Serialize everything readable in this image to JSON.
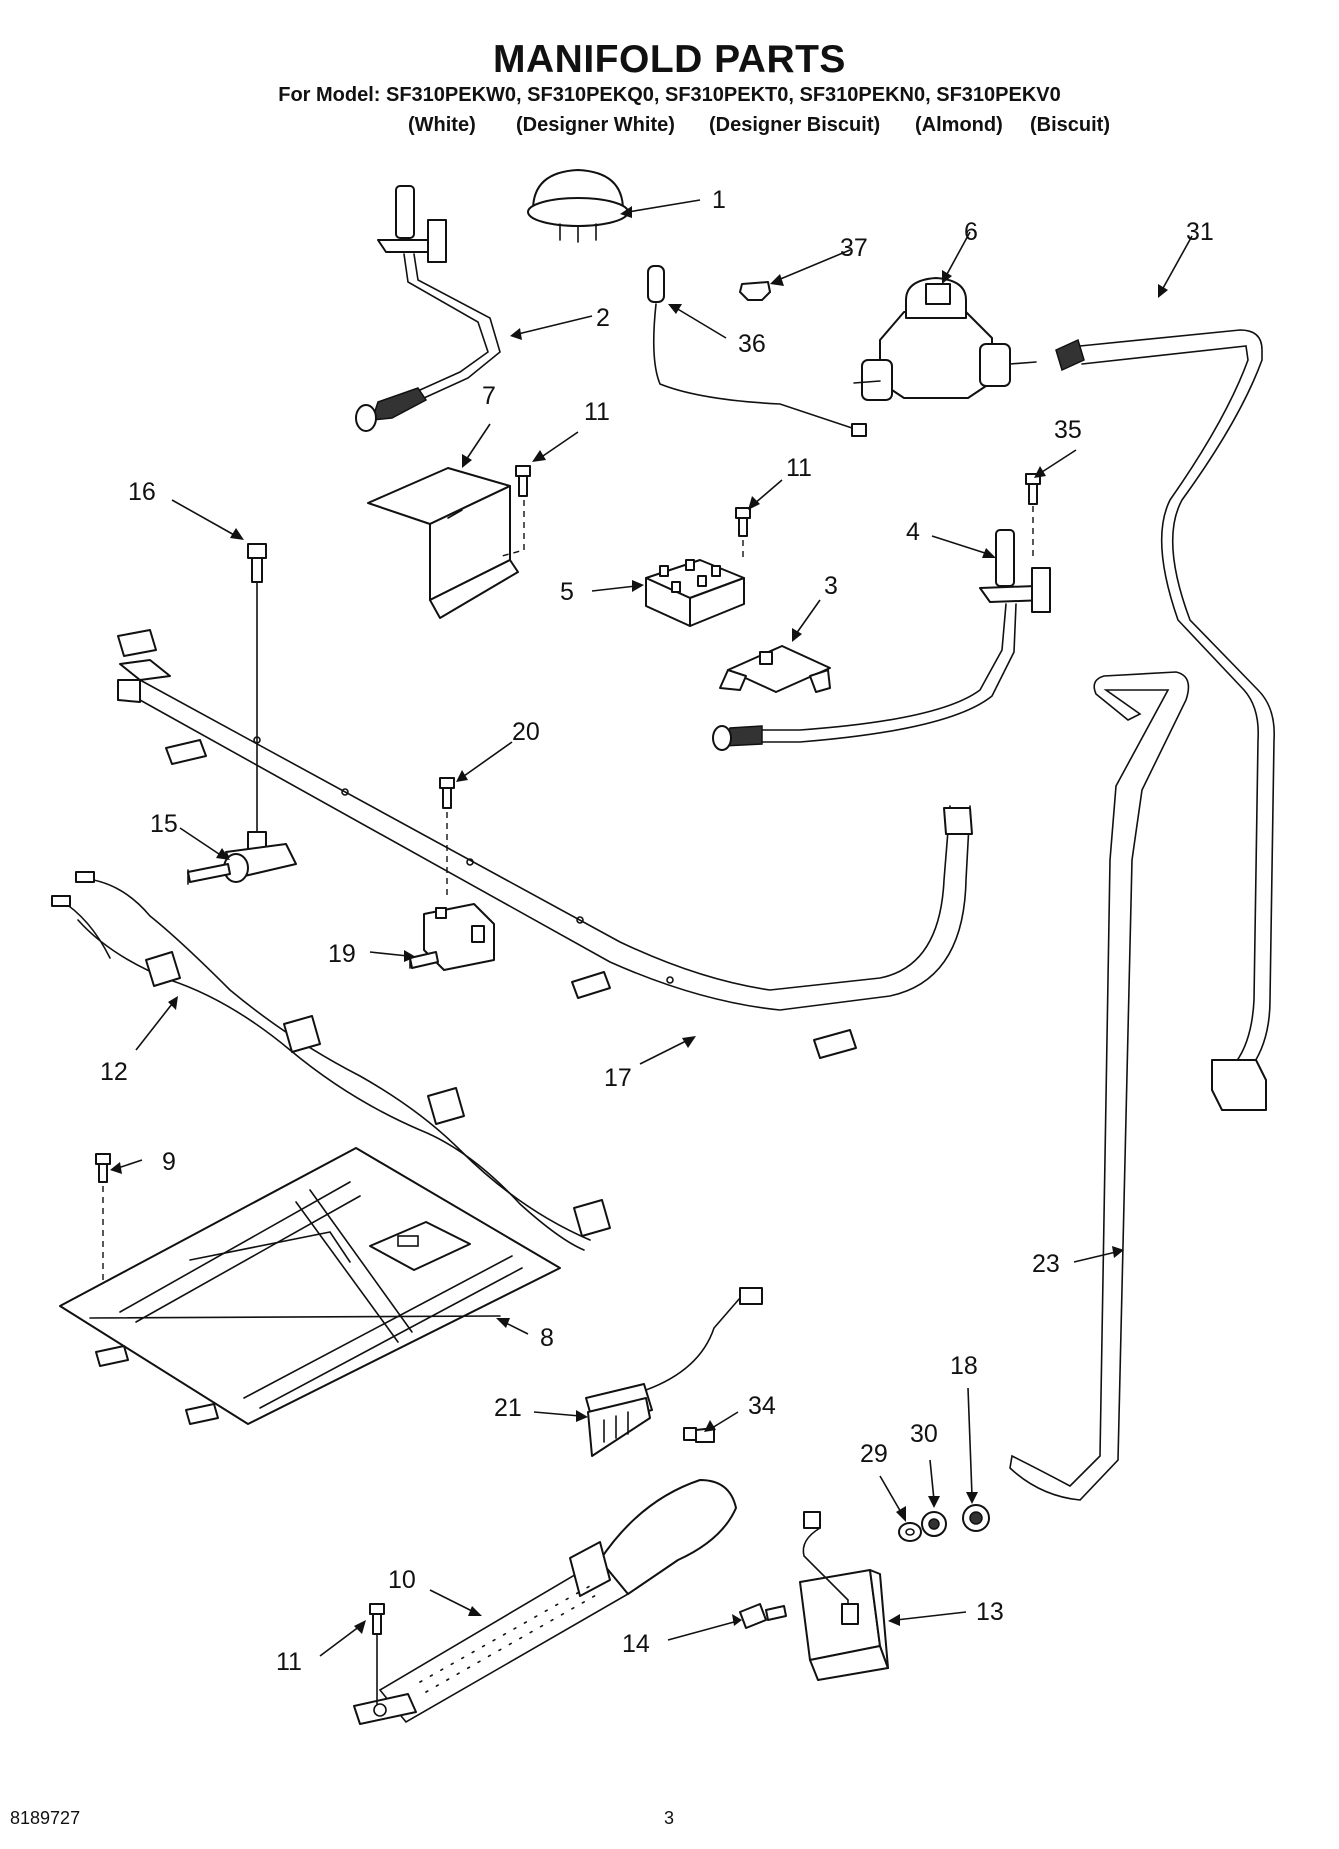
{
  "header": {
    "title": "MANIFOLD PARTS",
    "models_line": "For Model: SF310PEKW0, SF310PEKQ0, SF310PEKT0, SF310PEKN0, SF310PEKV0",
    "colors": [
      "(White)",
      "(Designer White)",
      "(Designer Biscuit)",
      "(Almond)",
      "(Biscuit)"
    ]
  },
  "callouts": [
    "1",
    "37",
    "6",
    "31",
    "2",
    "36",
    "7",
    "11",
    "16",
    "11",
    "35",
    "4",
    "5",
    "3",
    "20",
    "15",
    "19",
    "12",
    "17",
    "9",
    "23",
    "8",
    "18",
    "21",
    "34",
    "30",
    "29",
    "10",
    "13",
    "14",
    "11"
  ],
  "footer": {
    "doc_number": "8189727",
    "page_number": "3"
  }
}
